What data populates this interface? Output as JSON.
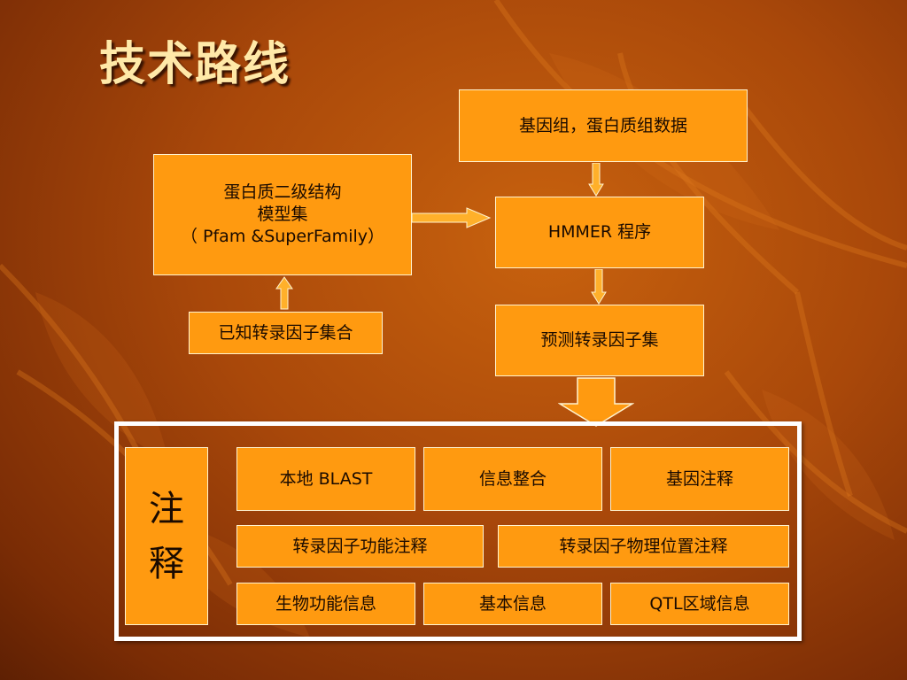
{
  "slide": {
    "title": "技术路线"
  },
  "flow": {
    "genome_data": "基因组，蛋白质组数据",
    "protein_models": {
      "line1": "蛋白质二级结构",
      "line2": "模型集",
      "line3": "（ Pfam &SuperFamily）"
    },
    "hmmer": "HMMER 程序",
    "known_tf": "已知转录因子集合",
    "predicted_tf": "预测转录因子集"
  },
  "annotation": {
    "label_line1": "注",
    "label_line2": "释",
    "row1": [
      "本地 BLAST",
      "信息整合",
      "基因注释"
    ],
    "row2": [
      "转录因子功能注释",
      "转录因子物理位置注释"
    ],
    "row3": [
      "生物功能信息",
      "基本信息",
      "QTL区域信息"
    ]
  },
  "colors": {
    "box_fill": "#ff9a10",
    "title_text": "#ffe9a8",
    "background": "#a9480a",
    "frame": "#ffffff"
  }
}
